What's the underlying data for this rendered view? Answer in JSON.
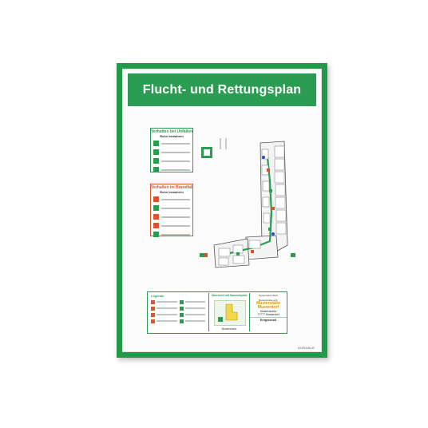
{
  "title": "Flucht- und Rettungsplan",
  "accident_panel": {
    "title": "Verhalten bei Unfällen",
    "subtitle": "Ruhe bewahren"
  },
  "fire_panel": {
    "title": "Verhalten im Brandfall",
    "subtitle": "Ruhe bewahren"
  },
  "legend": {
    "title": "Legende"
  },
  "site": {
    "title": "Übersicht mit Sammelplatz",
    "caption": "Musterstraße"
  },
  "address": {
    "line1": "Systemhaus Werk",
    "line2": "Musterstraße a.Fl.",
    "company": "Musterstätte",
    "company2": "Musterdorf",
    "street": "Musterstraße",
    "city": "77777 Musterdorf",
    "floor": "Erdgeschoß"
  },
  "brand": "DURABLE",
  "colors": {
    "frame": "#239a4a",
    "title_bg": "#2a9d53",
    "fire": "#e0502a",
    "accent_orange": "#f08a00"
  }
}
